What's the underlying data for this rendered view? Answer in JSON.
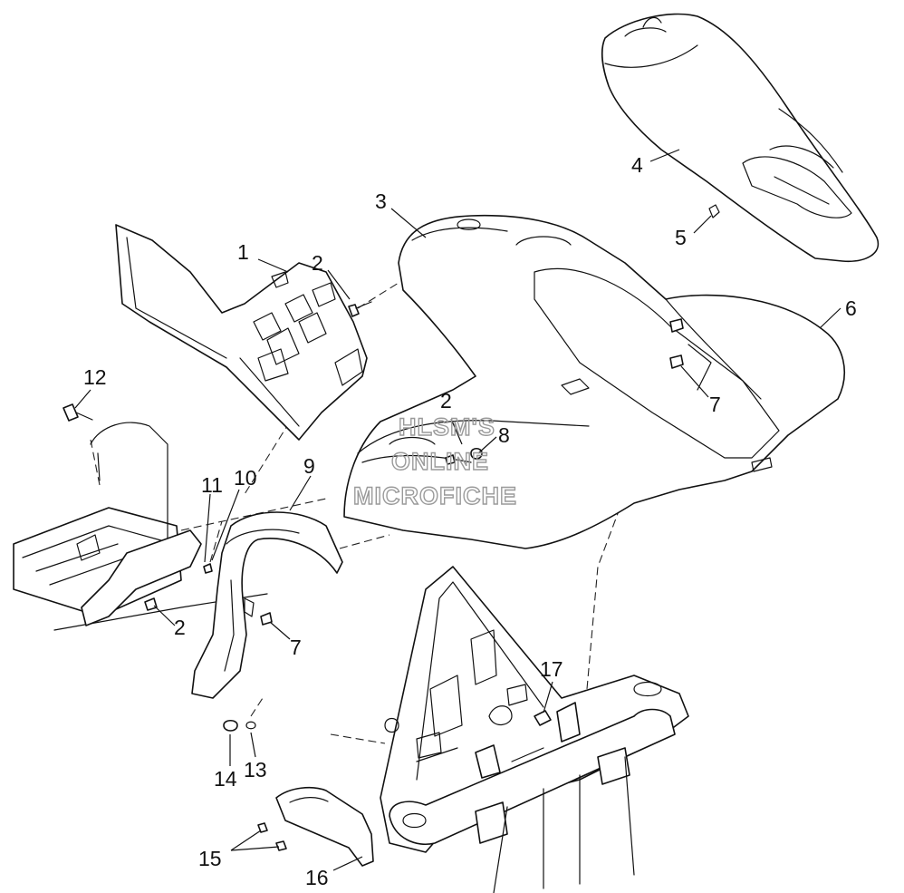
{
  "callouts": [
    {
      "id": "c1",
      "text": "1"
    },
    {
      "id": "c2a",
      "text": "2"
    },
    {
      "id": "c3",
      "text": "3"
    },
    {
      "id": "c4",
      "text": "4"
    },
    {
      "id": "c5",
      "text": "5"
    },
    {
      "id": "c6",
      "text": "6"
    },
    {
      "id": "c7a",
      "text": "7"
    },
    {
      "id": "c12",
      "text": "12"
    },
    {
      "id": "c2b",
      "text": "2"
    },
    {
      "id": "c8",
      "text": "8"
    },
    {
      "id": "c9",
      "text": "9"
    },
    {
      "id": "c10",
      "text": "10"
    },
    {
      "id": "c11",
      "text": "11"
    },
    {
      "id": "c2c",
      "text": "2"
    },
    {
      "id": "c7b",
      "text": "7"
    },
    {
      "id": "c17",
      "text": "17"
    },
    {
      "id": "c14",
      "text": "14"
    },
    {
      "id": "c13",
      "text": "13"
    },
    {
      "id": "c15",
      "text": "15"
    },
    {
      "id": "c16",
      "text": "16"
    }
  ],
  "watermark": {
    "line1": "HLSM'S",
    "line2": "ONLINE",
    "line3": "MICROFICHE"
  }
}
